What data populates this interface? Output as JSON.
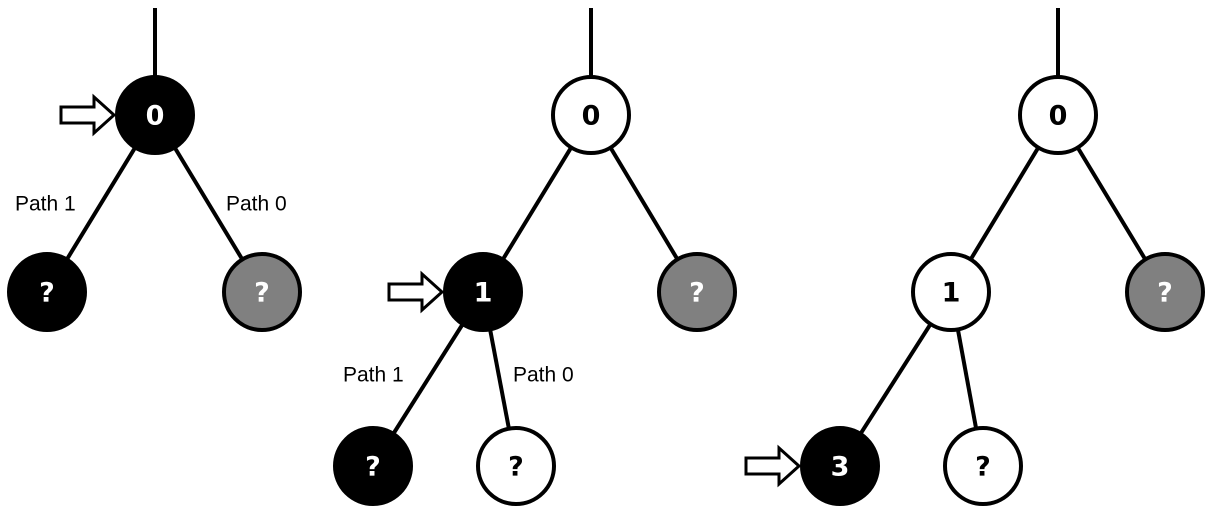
{
  "colors": {
    "current": "#000000",
    "visited": "#ffffff",
    "pruned": "#808080",
    "stroke": "#000000",
    "label_on_dark": "#ffffff",
    "label_on_light": "#000000"
  },
  "panels": [
    {
      "name": "step-1",
      "nodes": [
        {
          "id": "root",
          "label": "0",
          "state": "current",
          "pointer": true
        },
        {
          "id": "left",
          "label": "?",
          "state": "current",
          "pointer": false
        },
        {
          "id": "right",
          "label": "?",
          "state": "pruned",
          "pointer": false
        }
      ],
      "edges": [
        {
          "from": "top",
          "to": "root"
        },
        {
          "from": "root",
          "to": "left",
          "label": "Path 1"
        },
        {
          "from": "root",
          "to": "right",
          "label": "Path 0"
        }
      ]
    },
    {
      "name": "step-2",
      "nodes": [
        {
          "id": "root",
          "label": "0",
          "state": "visited",
          "pointer": false
        },
        {
          "id": "n1",
          "label": "1",
          "state": "current",
          "pointer": true
        },
        {
          "id": "right",
          "label": "?",
          "state": "pruned",
          "pointer": false
        },
        {
          "id": "n1-left",
          "label": "?",
          "state": "current",
          "pointer": false
        },
        {
          "id": "n1-right",
          "label": "?",
          "state": "visited",
          "pointer": false
        }
      ],
      "edges": [
        {
          "from": "top",
          "to": "root"
        },
        {
          "from": "root",
          "to": "n1"
        },
        {
          "from": "root",
          "to": "right"
        },
        {
          "from": "n1",
          "to": "n1-left",
          "label": "Path 1"
        },
        {
          "from": "n1",
          "to": "n1-right",
          "label": "Path 0"
        }
      ]
    },
    {
      "name": "step-3",
      "nodes": [
        {
          "id": "root",
          "label": "0",
          "state": "visited",
          "pointer": false
        },
        {
          "id": "n1",
          "label": "1",
          "state": "visited",
          "pointer": false
        },
        {
          "id": "right",
          "label": "?",
          "state": "pruned",
          "pointer": false
        },
        {
          "id": "n3",
          "label": "3",
          "state": "current",
          "pointer": true
        },
        {
          "id": "n1-right",
          "label": "?",
          "state": "visited",
          "pointer": false
        }
      ],
      "edges": [
        {
          "from": "top",
          "to": "root"
        },
        {
          "from": "root",
          "to": "n1"
        },
        {
          "from": "root",
          "to": "right"
        },
        {
          "from": "n1",
          "to": "n3"
        },
        {
          "from": "n1",
          "to": "n1-right"
        }
      ]
    }
  ]
}
